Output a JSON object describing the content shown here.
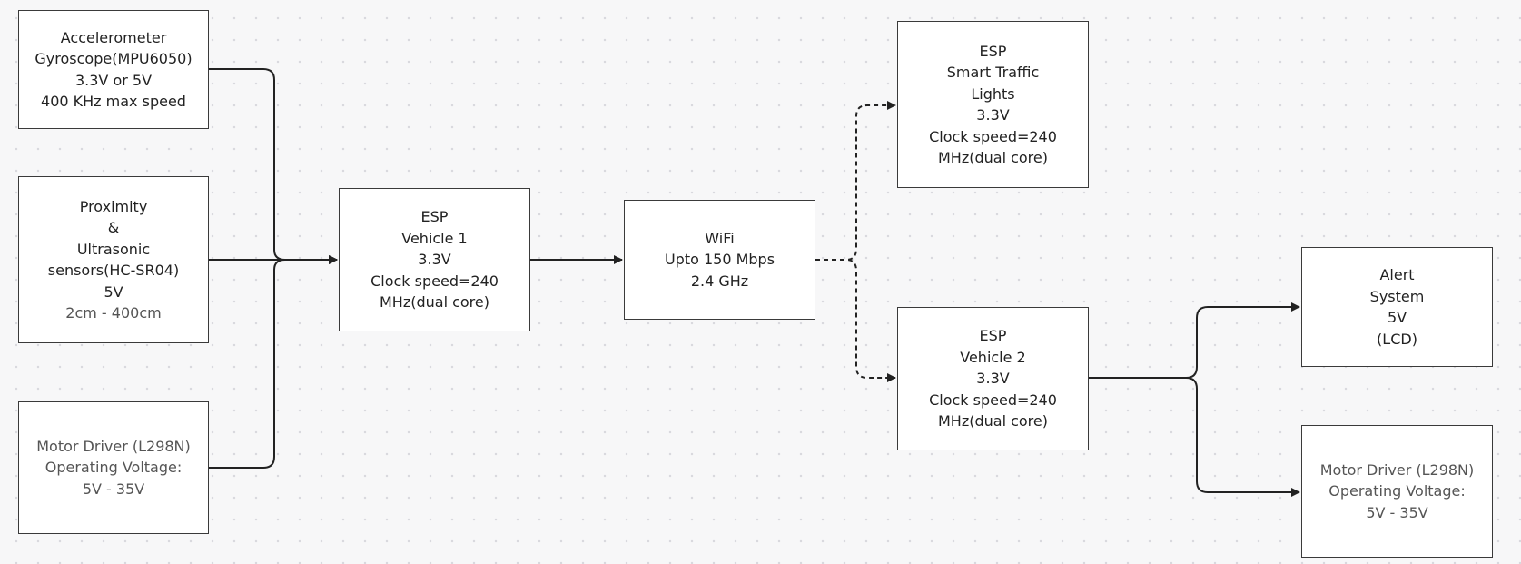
{
  "diagram": {
    "nodes": [
      {
        "id": "accelerometer",
        "lines": [
          "Accelerometer",
          "Gyroscope(MPU6050)",
          "3.3V or 5V",
          "400 KHz max speed"
        ]
      },
      {
        "id": "proximity",
        "lines": [
          "Proximity",
          "&",
          "Ultrasonic",
          "sensors(HC-SR04)",
          "5V",
          "2cm - 400cm"
        ]
      },
      {
        "id": "motor-driver-1",
        "lines": [
          "Motor Driver (L298N)",
          "Operating Voltage:",
          "5V - 35V"
        ]
      },
      {
        "id": "esp-vehicle-1",
        "lines": [
          "ESP",
          "Vehicle 1",
          "3.3V",
          "Clock speed=240",
          "MHz(dual core)"
        ]
      },
      {
        "id": "wifi",
        "lines": [
          "WiFi",
          "Upto 150 Mbps",
          "2.4 GHz"
        ]
      },
      {
        "id": "esp-traffic-lights",
        "lines": [
          "ESP",
          "Smart Traffic",
          "Lights",
          "3.3V",
          "Clock speed=240",
          "MHz(dual core)"
        ]
      },
      {
        "id": "esp-vehicle-2",
        "lines": [
          "ESP",
          "Vehicle 2",
          "3.3V",
          "Clock speed=240",
          "MHz(dual core)"
        ]
      },
      {
        "id": "alert-system",
        "lines": [
          "Alert",
          "System",
          "5V",
          "(LCD)"
        ]
      },
      {
        "id": "motor-driver-2",
        "lines": [
          "Motor Driver (L298N)",
          "Operating Voltage:",
          "5V - 35V"
        ]
      }
    ],
    "edges": [
      {
        "from": "accelerometer",
        "to": "esp-vehicle-1",
        "style": "solid"
      },
      {
        "from": "proximity",
        "to": "esp-vehicle-1",
        "style": "solid"
      },
      {
        "from": "motor-driver-1",
        "to": "esp-vehicle-1",
        "style": "solid"
      },
      {
        "from": "esp-vehicle-1",
        "to": "wifi",
        "style": "solid"
      },
      {
        "from": "wifi",
        "to": "esp-traffic-lights",
        "style": "dashed"
      },
      {
        "from": "wifi",
        "to": "esp-vehicle-2",
        "style": "dashed"
      },
      {
        "from": "esp-vehicle-2",
        "to": "alert-system",
        "style": "solid"
      },
      {
        "from": "esp-vehicle-2",
        "to": "motor-driver-2",
        "style": "solid"
      }
    ],
    "colors": {
      "stroke": "#222222",
      "box_border": "#3a3a3a",
      "box_fill": "#ffffff",
      "muted_text": "#555555"
    }
  }
}
